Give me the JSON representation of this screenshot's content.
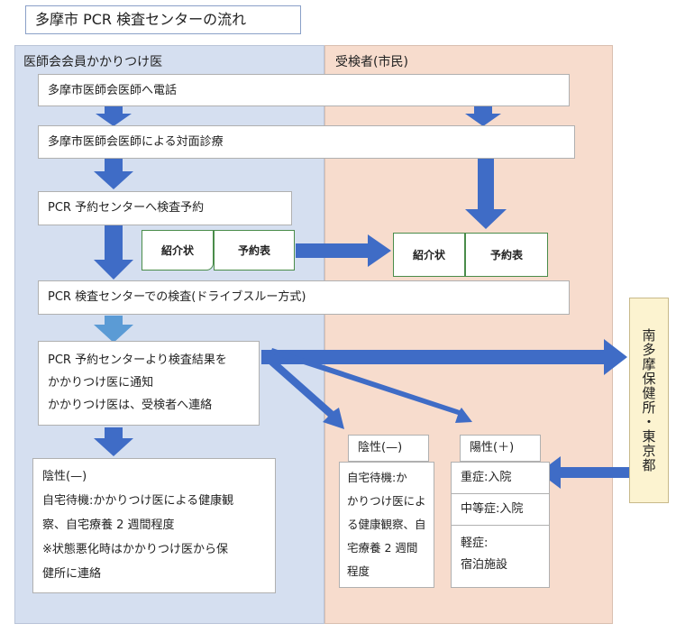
{
  "title": "多摩市 PCR 検査センターの流れ",
  "lanes": {
    "left": "医師会会員かかりつけ医",
    "right": "受検者(市民)"
  },
  "steps": {
    "call": "多摩市医師会医師へ電話",
    "exam": "多摩市医師会医師による対面診療",
    "reserve": "PCR 予約センターへ検査予約",
    "test": "PCR 検査センターでの検査(ドライブスルー方式)",
    "notify": [
      "PCR 予約センターより検査結果を",
      "かかりつけ医に通知",
      "かかりつけ医は、受検者へ連絡"
    ]
  },
  "documents": {
    "referral": "紹介状",
    "reservation": "予約表"
  },
  "negative_left": {
    "lines": [
      "陰性(—)",
      "自宅待機:かかりつけ医による健康観",
      "察、自宅療養 2 週間程度",
      "※状態悪化時はかかりつけ医から保",
      "健所に連絡"
    ]
  },
  "negative_right": {
    "label": "陰性(—)",
    "lines": [
      "自宅待機:か",
      "かりつけ医によ",
      "る健康観察、自",
      "宅療養 2 週間",
      "程度"
    ]
  },
  "positive": {
    "label": "陽性(＋)",
    "severe": "重症:入院",
    "moderate": "中等症:入院",
    "mild": [
      "軽症:",
      "宿泊施設"
    ]
  },
  "health_center": "南多摩保健所・東京都",
  "colors": {
    "arrow": "#3f6cc6",
    "arrow_light": "#5b9bd5",
    "lane_left": "#d5dff0",
    "lane_right": "#f7dccd",
    "side_box": "#fcf3d0"
  }
}
